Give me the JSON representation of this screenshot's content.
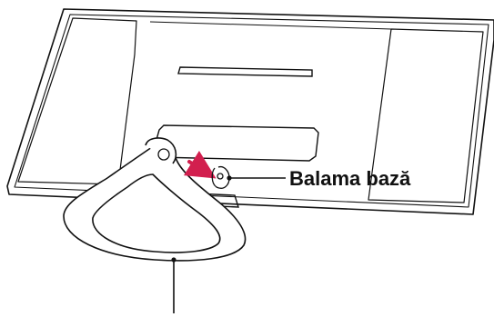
{
  "figure": {
    "callouts": [
      {
        "id": "stand-hinge",
        "label": "Balama bază"
      }
    ],
    "unlabeled_callouts": [
      {
        "id": "stand-base"
      }
    ],
    "colors": {
      "line": "#111111",
      "arrow": "#d21f4e",
      "background": "#ffffff"
    }
  }
}
